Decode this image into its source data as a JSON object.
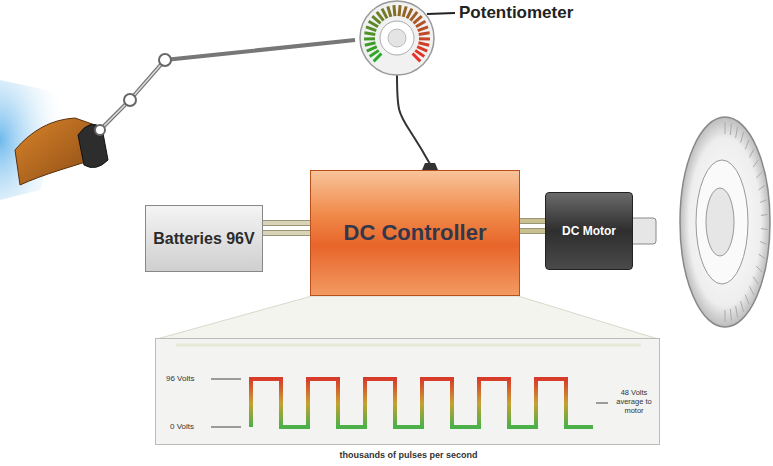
{
  "diagram": {
    "nodes": [
      {
        "text": [
          "Potentiometer"
        ]
      },
      {
        "text": [
          "Batteries 96V"
        ]
      },
      {
        "text": [
          "DC Controller"
        ]
      },
      {
        "text": [
          "DC Motor"
        ]
      },
      {
        "text": [
          "96 Volts",
          "0 Volts",
          "48 Volts average to motor",
          "thousands of pulses per second"
        ]
      }
    ],
    "edges": [
      {
        "from": 0,
        "to": 2,
        "arrow": "none"
      },
      {
        "from": 1,
        "to": 2,
        "arrow": "none"
      },
      {
        "from": 2,
        "to": 3,
        "arrow": "none"
      }
    ]
  }
}
